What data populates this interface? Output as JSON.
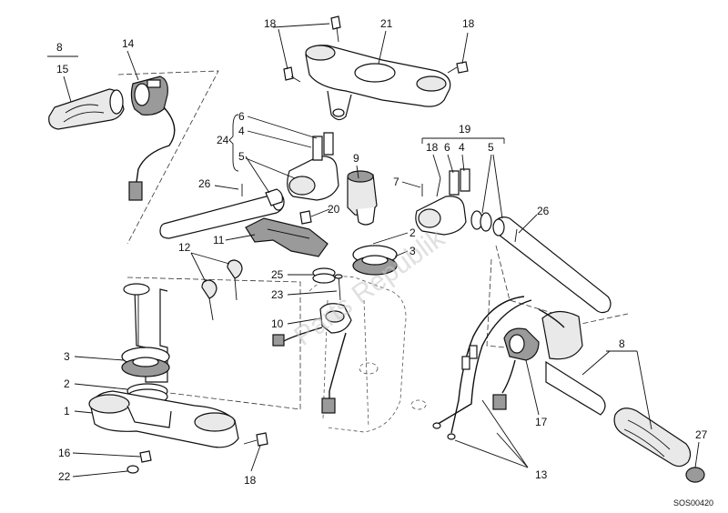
{
  "watermark": "Parts Republik",
  "drawing_code": "SOS00420",
  "callouts": [
    {
      "id": "c-8-top",
      "text": "8"
    },
    {
      "id": "c-15",
      "text": "15"
    },
    {
      "id": "c-14",
      "text": "14"
    },
    {
      "id": "c-18-top",
      "text": "18"
    },
    {
      "id": "c-21",
      "text": "21"
    },
    {
      "id": "c-18-topright",
      "text": "18"
    },
    {
      "id": "c-6-left",
      "text": "6"
    },
    {
      "id": "c-4-left",
      "text": "4"
    },
    {
      "id": "c-24",
      "text": "24"
    },
    {
      "id": "c-5-left",
      "text": "5"
    },
    {
      "id": "c-26-left",
      "text": "26"
    },
    {
      "id": "c-9",
      "text": "9"
    },
    {
      "id": "c-20",
      "text": "20"
    },
    {
      "id": "c-2-mid",
      "text": "2"
    },
    {
      "id": "c-3-mid",
      "text": "3"
    },
    {
      "id": "c-11",
      "text": "11"
    },
    {
      "id": "c-19",
      "text": "19"
    },
    {
      "id": "c-18-right",
      "text": "18"
    },
    {
      "id": "c-6-right",
      "text": "6"
    },
    {
      "id": "c-4-right",
      "text": "4"
    },
    {
      "id": "c-5-right",
      "text": "5"
    },
    {
      "id": "c-7",
      "text": "7"
    },
    {
      "id": "c-26-right",
      "text": "26"
    },
    {
      "id": "c-12",
      "text": "12"
    },
    {
      "id": "c-25",
      "text": "25"
    },
    {
      "id": "c-23",
      "text": "23"
    },
    {
      "id": "c-10",
      "text": "10"
    },
    {
      "id": "c-3-left",
      "text": "3"
    },
    {
      "id": "c-2-left",
      "text": "2"
    },
    {
      "id": "c-1",
      "text": "1"
    },
    {
      "id": "c-16",
      "text": "16"
    },
    {
      "id": "c-22",
      "text": "22"
    },
    {
      "id": "c-18-bottom",
      "text": "18"
    },
    {
      "id": "c-17",
      "text": "17"
    },
    {
      "id": "c-8-right",
      "text": "8"
    },
    {
      "id": "c-13",
      "text": "13"
    },
    {
      "id": "c-27",
      "text": "27"
    }
  ]
}
